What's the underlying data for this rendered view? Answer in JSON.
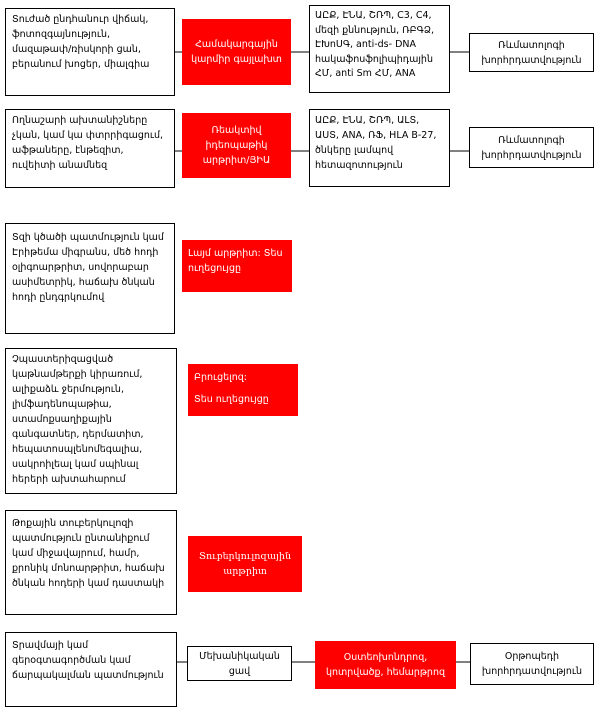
{
  "row1": {
    "symptoms": "Տուժած ընդհանուր վիճակ, ֆոտոզգայնություն, մազաթափ/ռիսկորի ցան, բերանում խոցեր, միալգիա",
    "diagnosis": "Համակարգային կարմիր գայլախտ",
    "tests": "ԱԸՔ, ԷՆԱ, ՇՌՊ, C3, C4, մեզի քննություն, ՌԲԳՁ, ԷԽոՍԳ, anti-ds- DNA հակաֆոսֆոլիպիդային ՀՄ, anti Sm ՀՄ, ANA",
    "referral": "Ռևմատոլոգի խորհրդատվություն"
  },
  "row2": {
    "symptoms": "Ողնաշարի ախտանիշները չկան, կամ կա փտրրիգացում, աֆթաները, էնթեզիտ, ուվեիտի անամնեզ",
    "diagnosis": "Ռեակտիվ իդեոպաթիկ արթրիտ/ՅԻԱ",
    "tests": "ԱԸՔ, ԷՆԱ, ՇՌՊ, ԱԼՏ, ԱՍՏ, ANA, ՌՖ, HLA B-27, ծնկերը լամպով հետազոտություն",
    "referral": "Ռևմատոլոգի խորհրդատվություն"
  },
  "row3": {
    "symptoms": "Տզի կծածի պատմություն կամ Էրիթեմա միգրանս, մեծ հոդի օլիգոարթրիտ, սովորաբար ասիմետրիկ, հաճախ ծնկան հոդի ընդգրկումով",
    "diagnosis": "Լայմ արթրիտ: Տես ուղեցույցը"
  },
  "row4": {
    "symptoms": "Չպաստերիզացված կաթնամթերքի կիրառում, ալիքաձև ջերմություն, լիմֆադենոպաթիա, ստամոքսաղիքային գանգատներ, դերմատիտ, հեպատոսպլենոմեգալիա, սակրոիլեալ կամ սպինալ հերերի ախտահարում",
    "diagnosis_title": "Բրուցելոզ:",
    "diagnosis_sub": "Տես ուղեցույցը"
  },
  "row5": {
    "symptoms": "Թոքային տուբերկուլոզի պատմություն ընտանիքում կամ միջավայրում, համր, քրոնիկ մոնոարթրիտ, հաճախ ծնկան հոդերի կամ դաստակի",
    "diagnosis": "Տուբերկուլոզային արթրիտ"
  },
  "row6": {
    "symptoms": "Տրավմայի կամ գերօգտագործման կամ ճարպակալման պատմություն",
    "cause": "Մեխանիկական ցավ",
    "diagnosis": "Օստեոխոնդրոզ, կոտրվածք, հեմարթրոզ",
    "referral": "Օրթոպեդի խորհրդատվություն"
  }
}
